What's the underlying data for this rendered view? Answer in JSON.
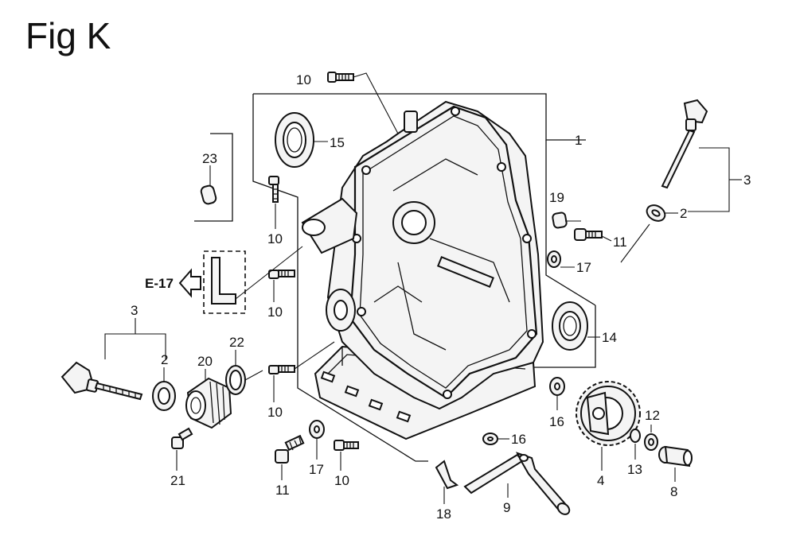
{
  "title": "Fig K",
  "reference": "E-17",
  "callouts": [
    {
      "id": "c10a",
      "text": "10"
    },
    {
      "id": "c15",
      "text": "15"
    },
    {
      "id": "c1",
      "text": "1"
    },
    {
      "id": "c3r",
      "text": "3"
    },
    {
      "id": "c2r",
      "text": "2"
    },
    {
      "id": "c23",
      "text": "23"
    },
    {
      "id": "c10b",
      "text": "10"
    },
    {
      "id": "c19",
      "text": "19"
    },
    {
      "id": "c11r",
      "text": "11"
    },
    {
      "id": "c17r",
      "text": "17"
    },
    {
      "id": "c10c",
      "text": "10"
    },
    {
      "id": "c14",
      "text": "14"
    },
    {
      "id": "c3l",
      "text": "3"
    },
    {
      "id": "c2l",
      "text": "2"
    },
    {
      "id": "c20",
      "text": "20"
    },
    {
      "id": "c22",
      "text": "22"
    },
    {
      "id": "c10d",
      "text": "10"
    },
    {
      "id": "c16a",
      "text": "16"
    },
    {
      "id": "c12",
      "text": "12"
    },
    {
      "id": "c16b",
      "text": "16"
    },
    {
      "id": "c13",
      "text": "13"
    },
    {
      "id": "c4",
      "text": "4"
    },
    {
      "id": "c8",
      "text": "8"
    },
    {
      "id": "c21",
      "text": "21"
    },
    {
      "id": "c11b",
      "text": "11"
    },
    {
      "id": "c17b",
      "text": "17"
    },
    {
      "id": "c10e",
      "text": "10"
    },
    {
      "id": "c18",
      "text": "18"
    },
    {
      "id": "c9",
      "text": "9"
    }
  ]
}
